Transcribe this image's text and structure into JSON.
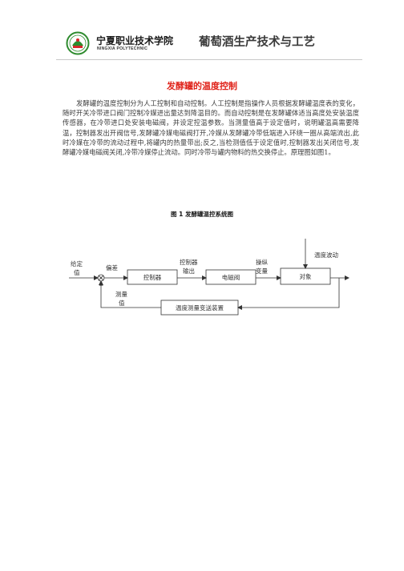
{
  "header": {
    "school_cn": "宁夏职业技术学院",
    "school_en": "NINGXIA POLYTECHNIC",
    "course": "葡萄酒生产技术与工艺"
  },
  "article": {
    "title": "发酵罐的温度控制",
    "paragraph": "发酵罐的温度控制分为人工控制和自动控制。人工控制是指操作人员根据发酵罐温度表的变化，随时开关冷带进口阀门控制冷媒进出量达到降温目的。而自动控制是在发酵罐体适当高度处安装温度传感器，在冷带进口处安装电磁阀，并设定控温参数。当测量值高于设定值时，说明罐温高需要降温，控制器发出开阀信号,发酵罐冷媒电磁阀打开,冷媒从发酵罐冷带低端进入环绕一圈从高端流出,此时冷媒在冷带的流动过程中,将罐内的热量带出;反之,当检测值低于设定值时,控制器发出关闭信号,发酵罐冷媒电磁阀关闭,冷带冷媒停止流动。同时冷带与罐内物料的热交换停止。原理图如图1。"
  },
  "figure": {
    "caption": "图 1  发酵罐温控系统图",
    "labels": {
      "setpoint_1": "给定",
      "setpoint_2": "值",
      "deviation": "偏差",
      "minus": "−",
      "controller_output_1": "控制器",
      "controller_output_2": "输出",
      "manipulated_1": "操纵",
      "manipulated_2": "变量",
      "disturbance": "温度波动",
      "measured_1": "测量",
      "measured_2": "值"
    },
    "blocks": {
      "controller": "控制器",
      "solenoid_valve": "电磁阀",
      "object": "对象",
      "transmitter": "温度测量变送装置"
    }
  },
  "colors": {
    "title_red": "#e0231a",
    "logo_green": "#2e8b2e",
    "logo_red": "#d8262a"
  }
}
